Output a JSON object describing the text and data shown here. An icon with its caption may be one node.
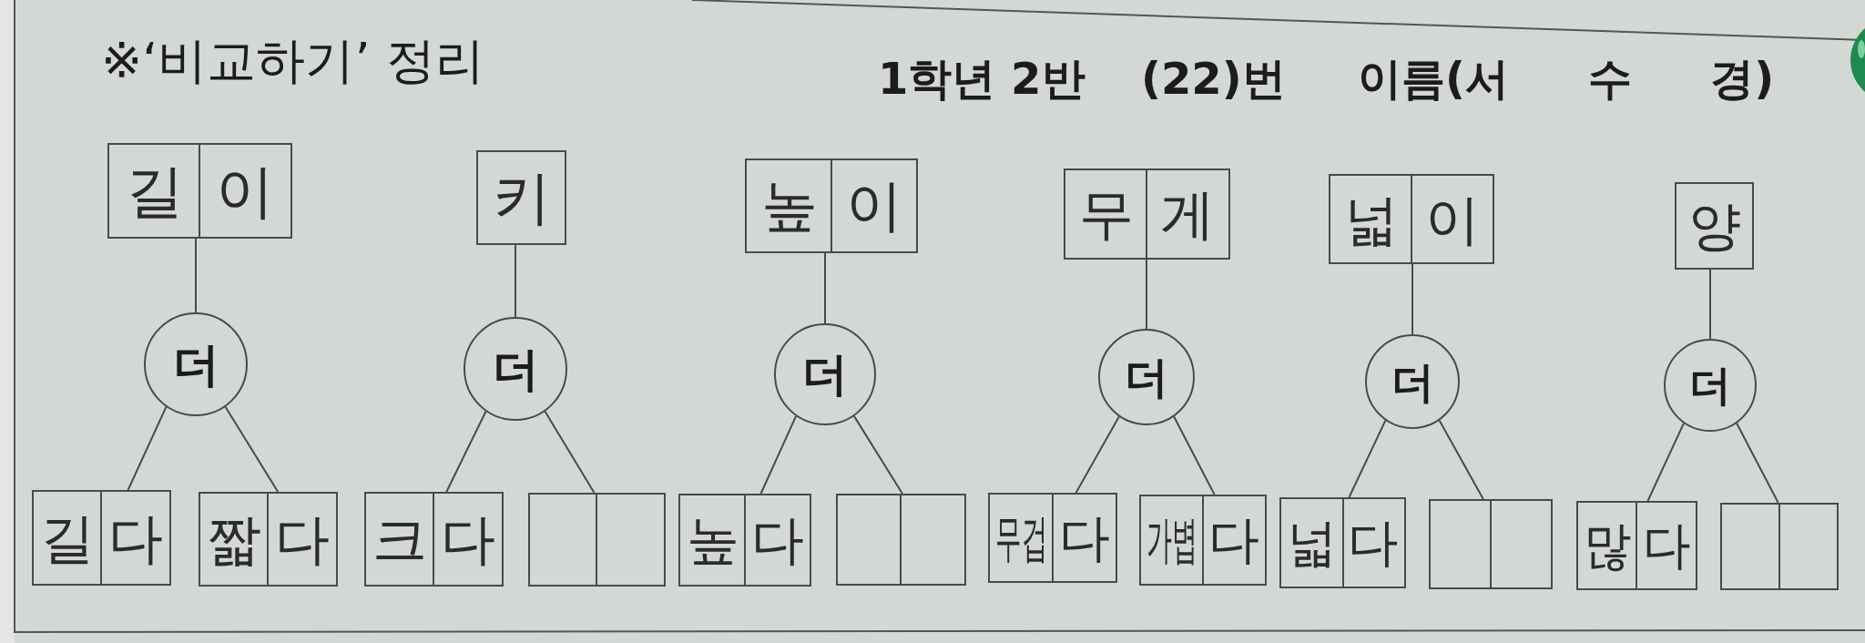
{
  "diagram": {
    "title": "※‘비교하기’ 정리",
    "nodes": [
      {
        "text": [
          "길",
          "이"
        ]
      },
      {
        "text": [
          "더"
        ]
      },
      {
        "text": [
          "길",
          "다"
        ]
      },
      {
        "text": [
          "짧",
          "다"
        ]
      },
      {
        "text": [
          "키"
        ]
      },
      {
        "text": [
          "더"
        ]
      },
      {
        "text": [
          "크",
          "다"
        ]
      },
      {
        "text": [],
        "shape": "box"
      },
      {
        "text": [
          "높",
          "이"
        ]
      },
      {
        "text": [
          "더"
        ]
      },
      {
        "text": [
          "높",
          "다"
        ]
      },
      {
        "text": [],
        "shape": "box"
      },
      {
        "text": [
          "무",
          "게"
        ]
      },
      {
        "text": [
          "더"
        ]
      },
      {
        "text": [
          "무겁",
          "다"
        ]
      },
      {
        "text": [
          "가볍",
          "다"
        ]
      },
      {
        "text": [
          "넓",
          "이"
        ]
      },
      {
        "text": [
          "더"
        ]
      },
      {
        "text": [
          "넓",
          "다"
        ]
      },
      {
        "text": [],
        "shape": "box"
      },
      {
        "text": [
          "양"
        ]
      },
      {
        "text": [
          "더"
        ]
      },
      {
        "text": [
          "많",
          "다"
        ]
      },
      {
        "text": [],
        "shape": "box"
      }
    ],
    "edges": [
      {
        "from": 0,
        "to": 1,
        "arrow": "none"
      },
      {
        "from": 1,
        "to": 2,
        "arrow": "none"
      },
      {
        "from": 1,
        "to": 3,
        "arrow": "none"
      },
      {
        "from": 4,
        "to": 5,
        "arrow": "none"
      },
      {
        "from": 5,
        "to": 6,
        "arrow": "none"
      },
      {
        "from": 5,
        "to": 7,
        "arrow": "none"
      },
      {
        "from": 8,
        "to": 9,
        "arrow": "none"
      },
      {
        "from": 9,
        "to": 10,
        "arrow": "none"
      },
      {
        "from": 9,
        "to": 11,
        "arrow": "none"
      },
      {
        "from": 12,
        "to": 13,
        "arrow": "none"
      },
      {
        "from": 13,
        "to": 14,
        "arrow": "none"
      },
      {
        "from": 13,
        "to": 15,
        "arrow": "none"
      },
      {
        "from": 16,
        "to": 17,
        "arrow": "none"
      },
      {
        "from": 17,
        "to": 18,
        "arrow": "none"
      },
      {
        "from": 17,
        "to": 19,
        "arrow": "none"
      },
      {
        "from": 20,
        "to": 21,
        "arrow": "none"
      },
      {
        "from": 21,
        "to": 22,
        "arrow": "none"
      },
      {
        "from": 21,
        "to": 23,
        "arrow": "none"
      }
    ],
    "labels": [
      "1학년 2반",
      "(22)번",
      "이름(서 수 경)"
    ]
  }
}
